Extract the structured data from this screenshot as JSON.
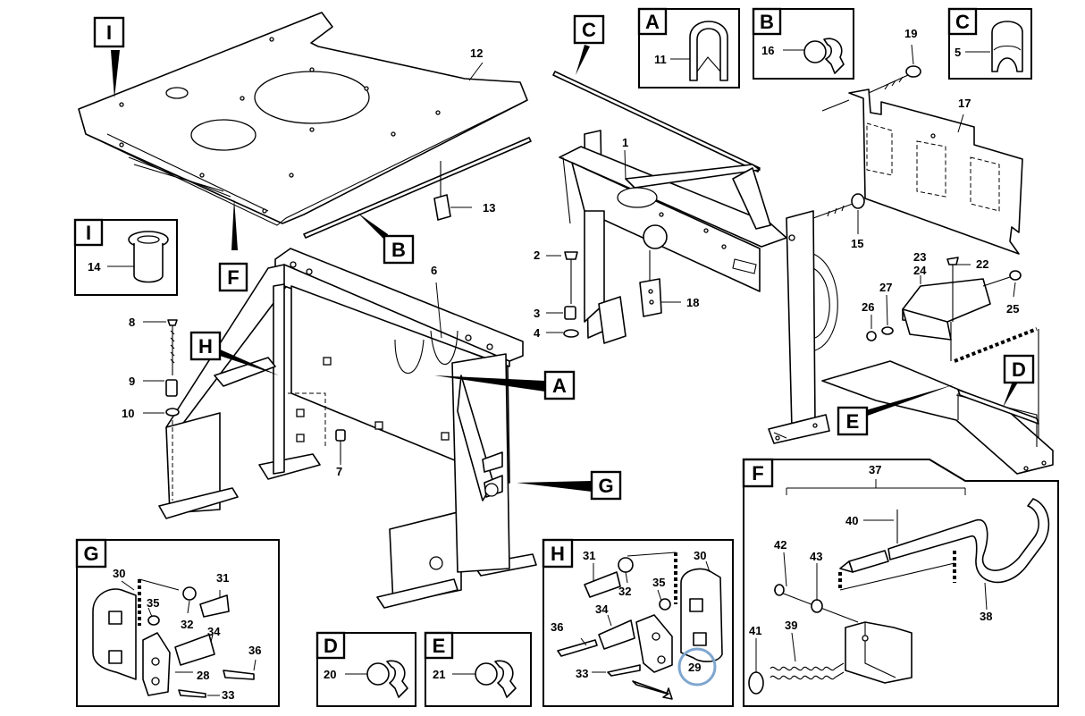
{
  "letters": {
    "A": "A",
    "B": "B",
    "C": "C",
    "D": "D",
    "E": "E",
    "F": "F",
    "G": "G",
    "H": "H",
    "I": "I"
  },
  "parts": {
    "p1": "1",
    "p2": "2",
    "p3": "3",
    "p4": "4",
    "p5": "5",
    "p6": "6",
    "p7": "7",
    "p8": "8",
    "p9": "9",
    "p10": "10",
    "p11": "11",
    "p12": "12",
    "p13": "13",
    "p14": "14",
    "p15": "15",
    "p16": "16",
    "p17": "17",
    "p18": "18",
    "p19": "19",
    "p20": "20",
    "p21": "21",
    "p22": "22",
    "p23": "23",
    "p24": "24",
    "p25": "25",
    "p26": "26",
    "p27": "27",
    "p28": "28",
    "p29": "29",
    "p30": "30",
    "p31": "31",
    "p32": "32",
    "p33": "33",
    "p34": "34",
    "p35": "35",
    "p36": "36",
    "p37": "37",
    "p38": "38",
    "p39": "39",
    "p40": "40",
    "p41": "41",
    "p42": "42",
    "p43": "43"
  },
  "highlight_color": "#7ea6cf",
  "line_color": "#000000"
}
